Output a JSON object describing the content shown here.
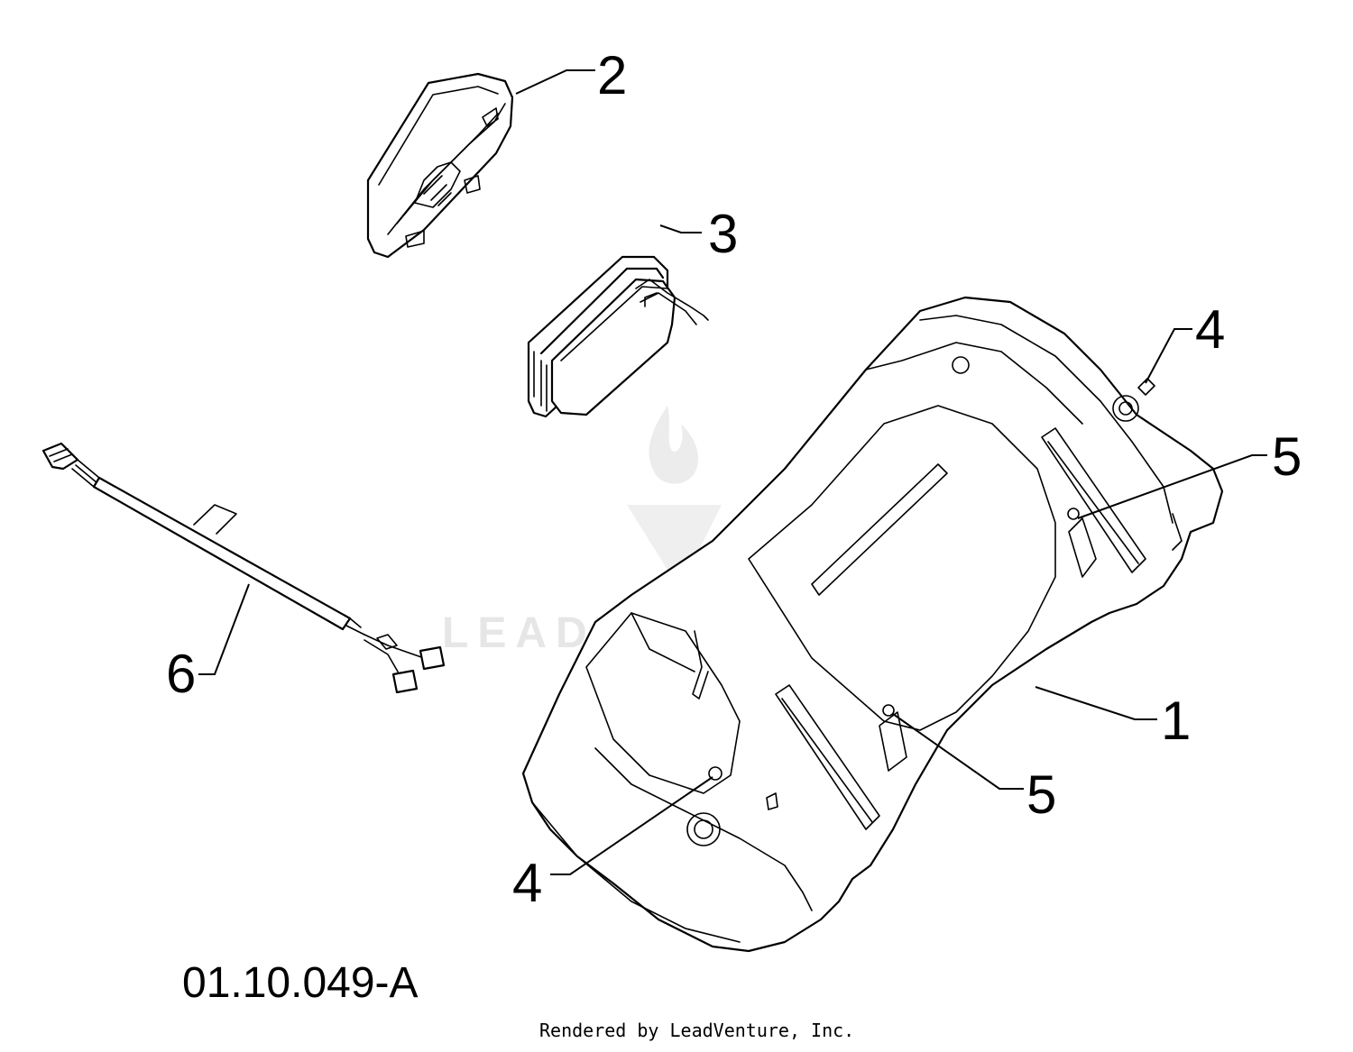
{
  "callouts": {
    "c1": "1",
    "c2": "2",
    "c3": "3",
    "c4a": "4",
    "c4b": "4",
    "c5a": "5",
    "c5b": "5",
    "c6": "6"
  },
  "diagram_id": "01.10.049-A",
  "credit": "Rendered by LeadVenture, Inc.",
  "watermark": "LEADVENTURE",
  "colors": {
    "line": "#000000",
    "background": "#ffffff",
    "watermark": "#e6e6e6"
  }
}
